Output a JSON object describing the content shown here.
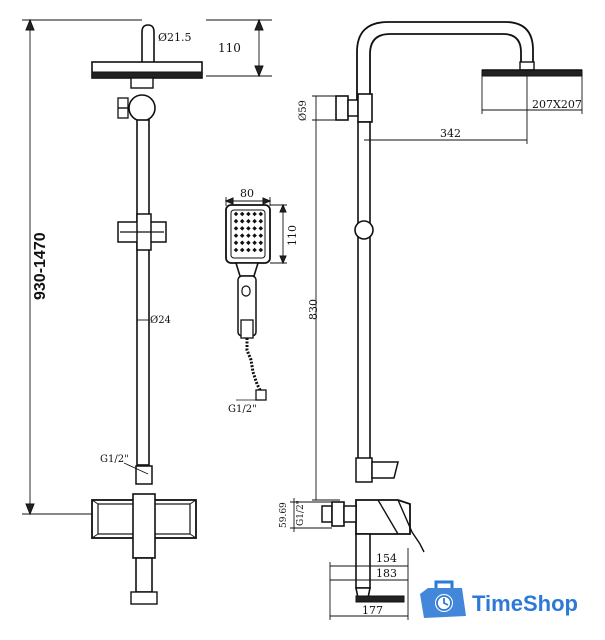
{
  "dimensions": {
    "rod_diameter_top": "Ø21.5",
    "arm_height": "110",
    "total_height": "930-1470",
    "rail_diameter": "Ø24",
    "inlet_left": "G1/2\"",
    "hand_width": "80",
    "hand_height": "110",
    "hand_inlet": "G1/2\"",
    "head_size": "207X207",
    "wall_diameter": "Ø59",
    "arm_reach": "342",
    "mixer_height": "830",
    "side_range": "59.69",
    "side_thread": "G1/2\"",
    "depth_154": "154",
    "depth_183": "183",
    "depth_177": "177"
  },
  "watermark": {
    "brand": "TimeShop",
    "color": "#2d7ad6",
    "icon": "clock-suitcase-icon"
  }
}
